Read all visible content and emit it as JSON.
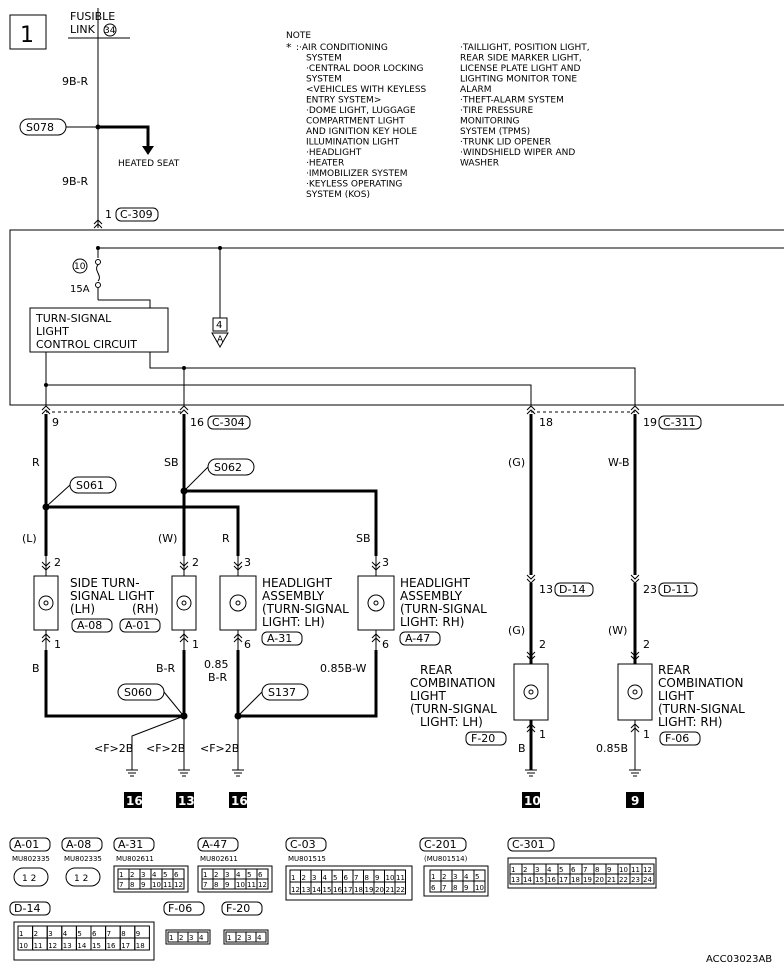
{
  "page": {
    "number": "1",
    "diagram_code": "ACC03023AB"
  },
  "fusible_link": {
    "line1": "FUSIBLE",
    "line2": "LINK",
    "num": "34"
  },
  "note": {
    "title": "NOTE",
    "star": "*",
    "col1": [
      ":·AIR CONDITIONING",
      "SYSTEM",
      "·CENTRAL DOOR LOCKING",
      "SYSTEM",
      "<VEHICLES WITH KEYLESS",
      "ENTRY SYSTEM>",
      "·DOME LIGHT, LUGGAGE",
      "COMPARTMENT LIGHT",
      "AND IGNITION KEY HOLE",
      "ILLUMINATION LIGHT",
      "·HEADLIGHT",
      "·HEATER",
      "·IMMOBILIZER SYSTEM",
      "·KEYLESS OPERATING",
      "SYSTEM (KOS)"
    ],
    "col2": [
      "·TAILLIGHT, POSITION LIGHT,",
      "REAR SIDE MARKER LIGHT,",
      "LICENSE PLATE LIGHT AND",
      "LIGHTING MONITOR TONE",
      "ALARM",
      "·THEFT-ALARM SYSTEM",
      "·TIRE PRESSURE",
      "MONITORING",
      "SYSTEM (TPMS)",
      "·TRUNK LID OPENER",
      "·WINDSHIELD WIPER AND",
      "WASHER"
    ]
  },
  "wires": {
    "w1": "9B-R",
    "w2": "9B-R",
    "r": "R",
    "sb": "SB",
    "g": "(G)",
    "wb": "W-B",
    "l_paren": "(L)",
    "w_paren": "(W)",
    "r2": "R",
    "sb2": "SB",
    "b1": "B",
    "br": "B-R",
    "b085r_1": "0.85",
    "b085r_2": "B-R",
    "b085w": "0.85B-W",
    "g2": "(G)",
    "w2p": "(W)",
    "b2": "B",
    "b085": "0.85B",
    "gnd1": "<F>2B",
    "gnd2": "<F>2B",
    "gnd3": "<F>2B"
  },
  "splices": {
    "s078": "S078",
    "s061": "S061",
    "s062": "S062",
    "s060": "S060",
    "s137": "S137"
  },
  "heated_seat": "HEATED SEAT",
  "connectors": {
    "c309_pin": "1",
    "c309": "C-309",
    "fuse_num": "10",
    "fuse_amp": "15A",
    "c304_pin": "16",
    "c304": "C-304",
    "pin9": "9",
    "pin18": "18",
    "c311_pin": "19",
    "c311": "C-311",
    "d14_pin": "13",
    "d14": "D-14",
    "d11_pin": "23",
    "d11": "D-11"
  },
  "control": {
    "line1": "TURN-SIGNAL",
    "line2": "LIGHT",
    "line3": "CONTROL CIRCUIT"
  },
  "ref_box": {
    "num": "4",
    "letter": "A"
  },
  "components": {
    "side": {
      "l1": "SIDE TURN-",
      "l2": "SIGNAL LIGHT",
      "lh": "(LH)",
      "rh": "(RH)",
      "conn_lh": "A-08",
      "conn_rh": "A-01",
      "pin_top_lh": "2",
      "pin_bot_lh": "1",
      "pin_top_rh": "2",
      "pin_bot_rh": "1"
    },
    "hl_lh": {
      "l1": "HEADLIGHT",
      "l2": "ASSEMBLY",
      "l3": "(TURN-SIGNAL",
      "l4": "LIGHT: LH)",
      "conn": "A-31",
      "pin_top": "3",
      "pin_bot": "6"
    },
    "hl_rh": {
      "l1": "HEADLIGHT",
      "l2": "ASSEMBLY",
      "l3": "(TURN-SIGNAL",
      "l4": "LIGHT: RH)",
      "conn": "A-47",
      "pin_top": "3",
      "pin_bot": "6"
    },
    "rear_lh": {
      "l1": "REAR",
      "l2": "COMBINATION",
      "l3": "LIGHT",
      "l4": "(TURN-SIGNAL",
      "l5": "LIGHT: LH)",
      "conn": "F-20",
      "pin_top": "2",
      "pin_bot": "1"
    },
    "rear_rh": {
      "l1": "REAR",
      "l2": "COMBINATION",
      "l3": "LIGHT",
      "l4": "(TURN-SIGNAL",
      "l5": "LIGHT: RH)",
      "conn": "F-06",
      "pin_top": "2",
      "pin_bot": "1"
    }
  },
  "grounds": {
    "g1": "16",
    "g2": "13",
    "g3": "16",
    "g4": "10",
    "g5": "9"
  },
  "connector_views": {
    "a01": {
      "tag": "A-01",
      "part": "MU802335",
      "pins": [
        "1",
        "2"
      ]
    },
    "a08": {
      "tag": "A-08",
      "part": "MU802335",
      "pins": [
        "1",
        "2"
      ]
    },
    "a31": {
      "tag": "A-31",
      "part": "MU802611",
      "pins": [
        "1",
        "2",
        "3",
        "4",
        "5",
        "6",
        "7",
        "8",
        "9",
        "10",
        "11",
        "12"
      ]
    },
    "a47": {
      "tag": "A-47",
      "part": "MU802611",
      "pins": [
        "1",
        "2",
        "3",
        "4",
        "5",
        "6",
        "7",
        "8",
        "9",
        "10",
        "11",
        "12"
      ]
    },
    "c03": {
      "tag": "C-03",
      "part": "MU801515",
      "pins": [
        "1",
        "2",
        "3",
        "4",
        "5",
        "6",
        "7",
        "8",
        "9",
        "10",
        "11",
        "12",
        "13",
        "14",
        "15",
        "16",
        "17",
        "18",
        "19",
        "20",
        "21",
        "22"
      ]
    },
    "c201": {
      "tag": "C-201",
      "part": "(MU801514)",
      "pins": [
        "1",
        "2",
        "3",
        "4",
        "5",
        "6",
        "7",
        "8",
        "9",
        "10"
      ]
    },
    "c301": {
      "tag": "C-301",
      "pins": [
        "1",
        "2",
        "3",
        "4",
        "5",
        "6",
        "7",
        "8",
        "9",
        "10",
        "11",
        "12",
        "13",
        "14",
        "15",
        "16",
        "17",
        "18",
        "19",
        "20",
        "21",
        "22",
        "23",
        "24"
      ]
    },
    "d14": {
      "tag": "D-14",
      "pins": [
        "1",
        "2",
        "3",
        "4",
        "5",
        "6",
        "7",
        "8",
        "9",
        "10",
        "11",
        "12",
        "13",
        "14",
        "15",
        "16",
        "17",
        "18"
      ]
    },
    "f06": {
      "tag": "F-06",
      "pins": [
        "1",
        "2",
        "3",
        "4"
      ]
    },
    "f20": {
      "tag": "F-20",
      "pins": [
        "1",
        "2",
        "3",
        "4"
      ]
    }
  }
}
